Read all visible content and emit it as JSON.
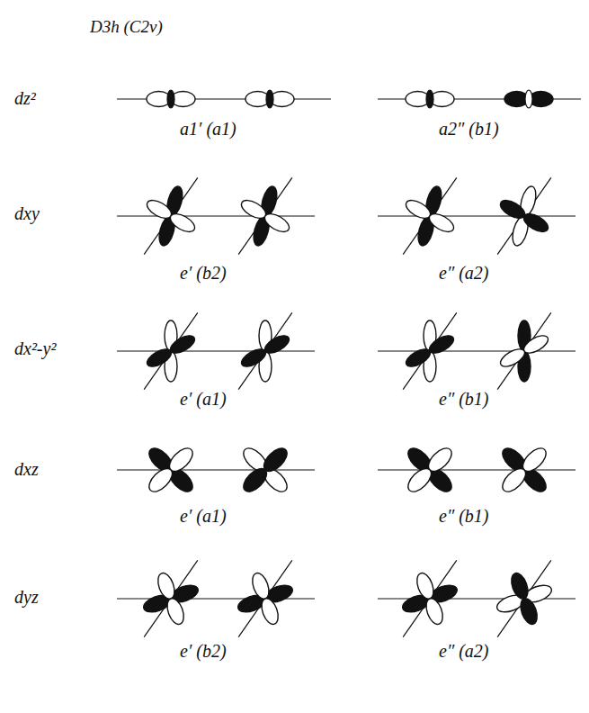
{
  "diagram": {
    "title": "D3h (C2v)",
    "labels": [
      "dz²",
      "a1′ (a1)",
      "a2″ (b1)",
      "dxy",
      "e′ (b2)",
      "e″ (a2)",
      "dx²-y²",
      "e′ (a1)",
      "e″ (b1)",
      "dxz",
      "e′ (a1)",
      "e″ (b1)",
      "dyz",
      "e′ (b2)",
      "e″ (a2)"
    ]
  }
}
